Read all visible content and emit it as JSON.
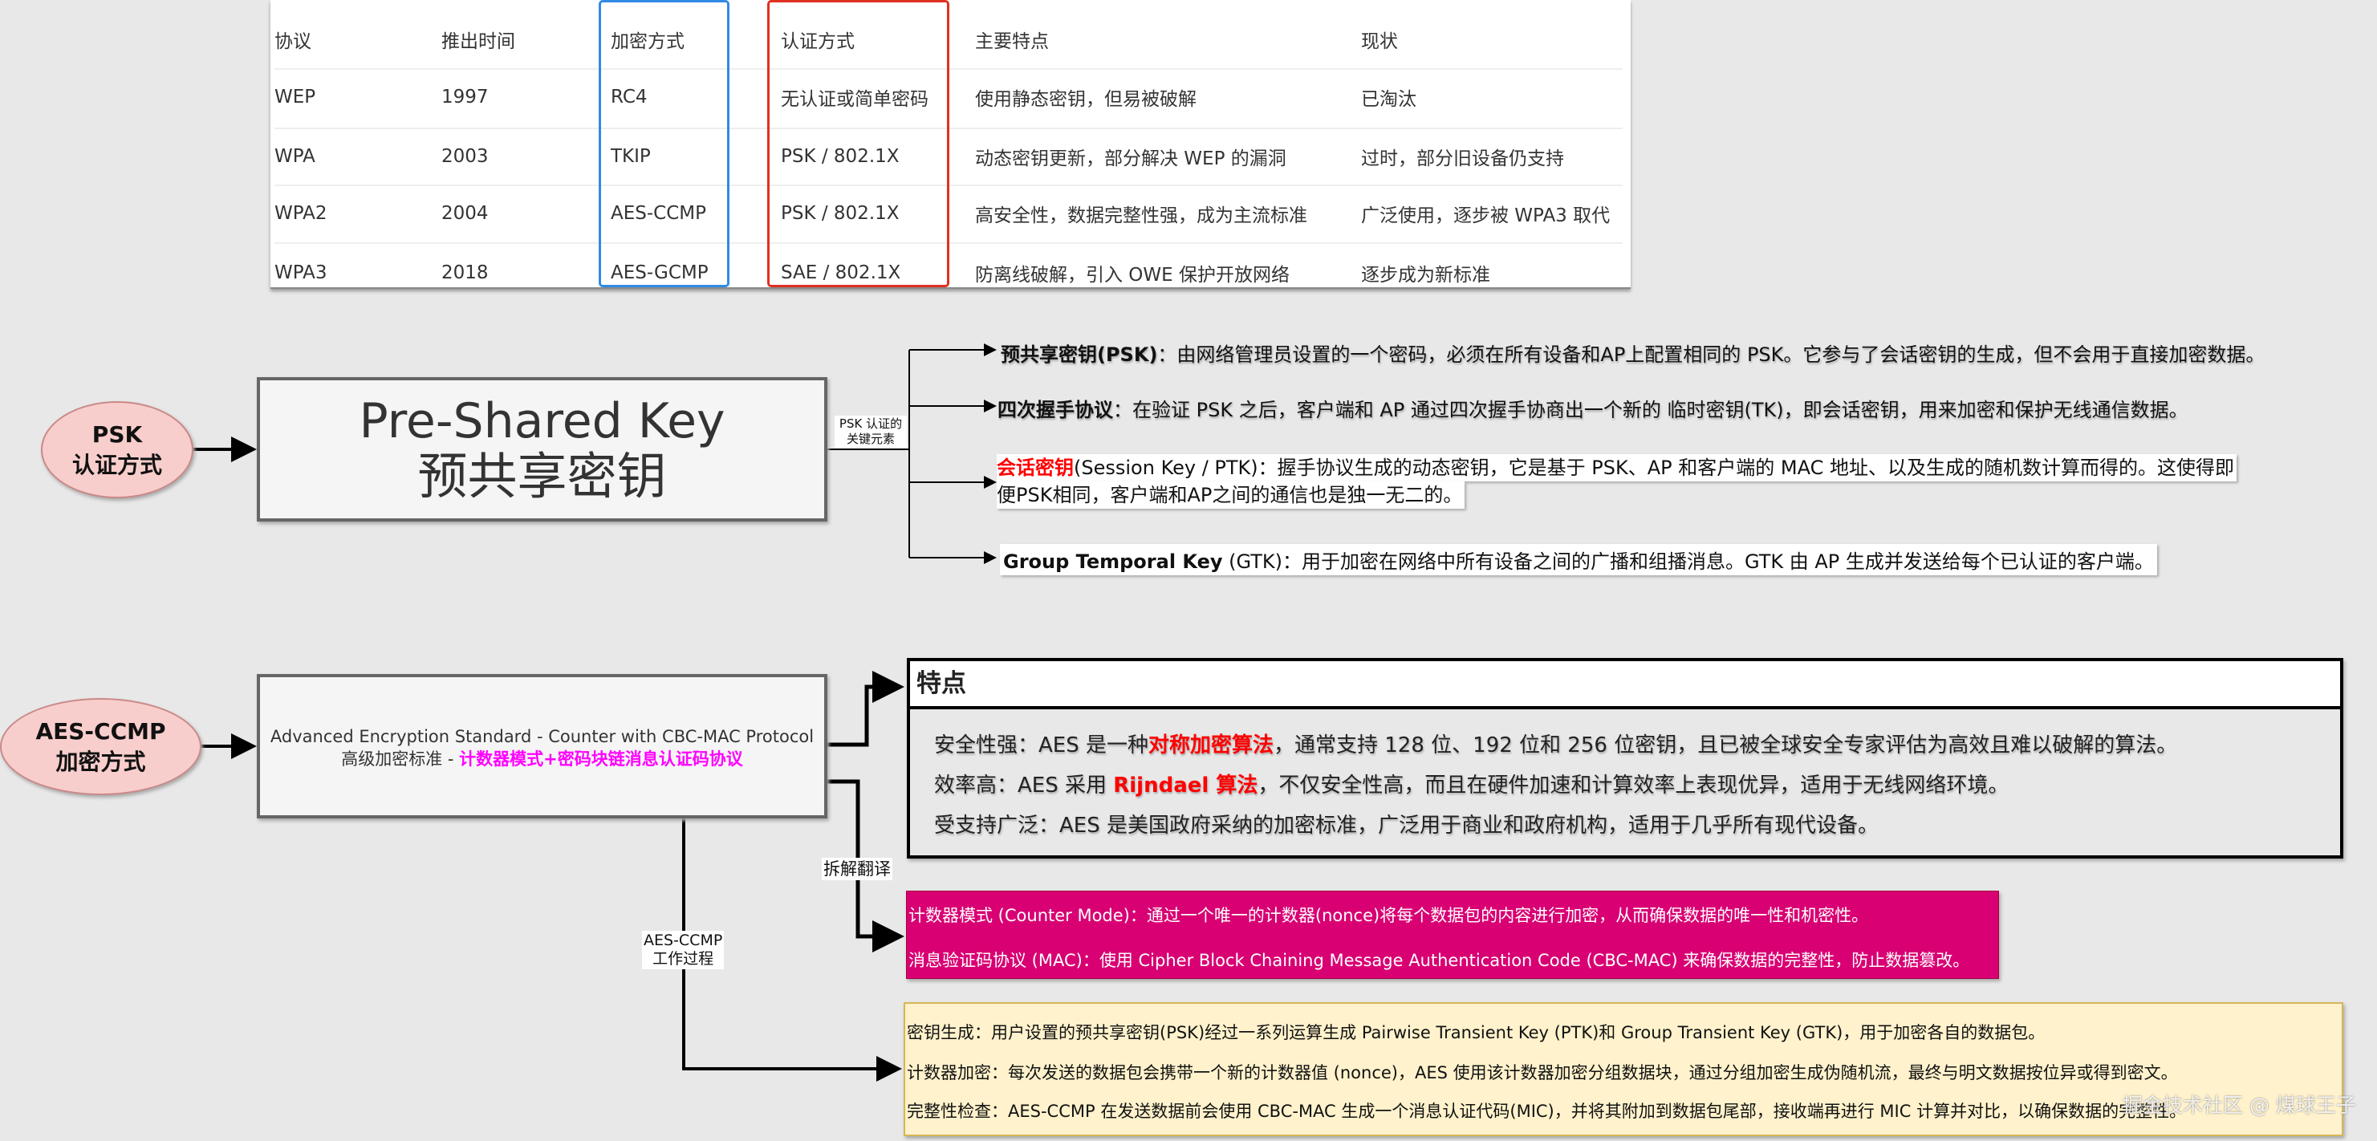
{
  "table": {
    "headers": [
      "协议",
      "推出时间",
      "加密方式",
      "认证方式",
      "主要特点",
      "现状"
    ],
    "rows": [
      [
        "WEP",
        "1997",
        "RC4",
        "无认证或简单密码",
        "使用静态密钥，但易被破解",
        "已淘汰"
      ],
      [
        "WPA",
        "2003",
        "TKIP",
        "PSK / 802.1X",
        "动态密钥更新，部分解决 WEP 的漏洞",
        "过时，部分旧设备仍支持"
      ],
      [
        "WPA2",
        "2004",
        "AES-CCMP",
        "PSK / 802.1X",
        "高安全性，数据完整性强，成为主流标准",
        "广泛使用，逐步被 WPA3 取代"
      ],
      [
        "WPA3",
        "2018",
        "AES-GCMP",
        "SAE / 802.1X",
        "防离线破解，引入 OWE 保护开放网络",
        "逐步成为新标准"
      ]
    ],
    "highlight_colors": {
      "encryption_column": "#2f8be6",
      "auth_column": "#e03020"
    }
  },
  "psk": {
    "circle": [
      "PSK",
      "认证方式"
    ],
    "box_title_en": "Pre-Shared Key",
    "box_title_zh": "预共享密钥",
    "edge_label": "PSK 认证的\n关键元素",
    "items": [
      {
        "term": "预共享密钥(PSK)",
        "text": "：由网络管理员设置的一个密码，必须在所有设备和AP上配置相同的 PSK。它参与了会话密钥的生成，但不会用于直接加密数据。"
      },
      {
        "term": "四次握手协议",
        "text": "：在验证 PSK 之后，客户端和 AP 通过四次握手协商出一个新的 临时密钥(TK)，即会话密钥，用来加密和保护无线通信数据。"
      },
      {
        "term": "会话密钥",
        "text": "(Session Key / PTK)：握手协议生成的动态密钥，它是基于 PSK、AP 和客户端的 MAC 地址、以及生成的随机数计算而得的。这使得即",
        "text2": "便PSK相同，客户端和AP之间的通信也是独一无二的。"
      },
      {
        "term": "Group Temporal Key",
        "text": " (GTK)：用于加密在网络中所有设备之间的广播和组播消息。GTK 由 AP 生成并发送给每个已认证的客户端。"
      }
    ]
  },
  "aes": {
    "circle": [
      "AES-CCMP",
      "加密方式"
    ],
    "box_line1": "Advanced Encryption Standard - Counter with CBC-MAC Protocol",
    "box_line2_prefix": "高级加密标准 - ",
    "box_line2_highlight": "计数器模式+密码块链消息认证码协议",
    "features": {
      "title": "特点",
      "lines": [
        {
          "a": "安全性强：AES 是一种",
          "hl": "对称加密算法",
          "b": "，通常支持 128 位、192 位和 256 位密钥，且已被全球安全专家评估为高效且难以破解的算法。"
        },
        {
          "a": "效率高：AES 采用 ",
          "hl": "Rijndael 算法",
          "b": "，不仅安全性高，而且在硬件加速和计算效率上表现优异，适用于无线网络环境。"
        },
        {
          "a": "受支持广泛：AES 是美国政府采纳的加密标准，广泛用于商业和政府机构，适用于几乎所有现代设备。",
          "hl": "",
          "b": ""
        }
      ]
    },
    "translate_label": "拆解翻译",
    "translate": [
      "计数器模式 (Counter Mode)：通过一个唯一的计数器(nonce)将每个数据包的内容进行加密，从而确保数据的唯一性和机密性。",
      "消息验证码协议 (MAC)：使用 Cipher Block Chaining Message Authentication Code (CBC-MAC) 来确保数据的完整性，防止数据篡改。"
    ],
    "process_label": "AES-CCMP\n工作过程",
    "process": [
      "密钥生成：用户设置的预共享密钥(PSK)经过一系列运算生成 Pairwise Transient Key (PTK)和 Group Transient Key (GTK)，用于加密各自的数据包。",
      "计数器加密：每次发送的数据包会携带一个新的计数器值 (nonce)，AES 使用该计数器加密分组数据块，通过分组加密生成伪随机流，最终与明文数据按位异或得到密文。",
      "完整性检查：AES-CCMP 在发送数据前会使用 CBC-MAC 生成一个消息认证代码(MIC)，并将其附加到数据包尾部，接收端再进行 MIC 计算并对比，以确保数据的完整性。"
    ]
  },
  "watermark": "掘金技术社区 @ 煤球王子",
  "colors": {
    "circle_fill": "#f8cecc",
    "magenta_text": "#ff00ff",
    "red_text": "#ff0000",
    "pink_box": "#d80073",
    "yellow_box": "#fff2cc"
  }
}
